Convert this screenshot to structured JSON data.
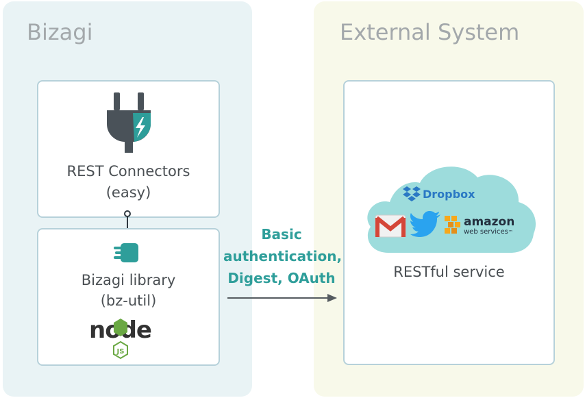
{
  "diagram": {
    "left_panel": {
      "title": "Bizagi"
    },
    "right_panel": {
      "title": "External System"
    },
    "connectors_box": {
      "line1": "REST Connectors",
      "line2": "(easy)"
    },
    "library_box": {
      "line1": "Bizagi library",
      "line2": "(bz-util)",
      "logo_text": "node",
      "logo_badge": "JS"
    },
    "restful_box": {
      "label": "RESTful service"
    },
    "arrow": {
      "line1": "Basic",
      "line2": "authentication,",
      "line3": "Digest, OAuth"
    },
    "cloud": {
      "dropbox": "Dropbox",
      "amazon": "amazon",
      "amazon_sub": "web services",
      "amazon_tm": "™"
    },
    "colors": {
      "teal": "#2e9e9a",
      "cloud": "#9ddcdc",
      "left_bg": "#e9f3f5",
      "right_bg": "#f8f9ea"
    }
  }
}
